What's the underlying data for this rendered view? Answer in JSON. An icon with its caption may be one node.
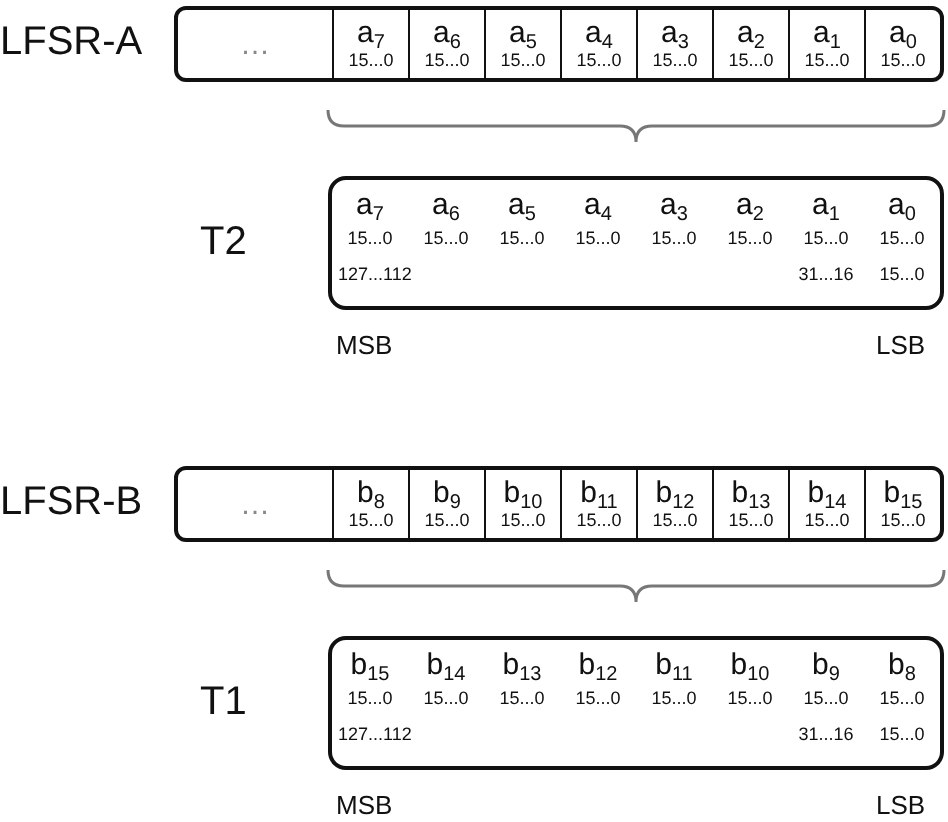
{
  "diagram": {
    "nodes": [
      {
        "text": [
          "LFSR-A"
        ]
      },
      {
        "text": [
          "…"
        ],
        "in": 0
      },
      {
        "text": [
          "a$_{7}$",
          "15...0"
        ],
        "in": 0
      },
      {
        "text": [
          "a$_{6}$",
          "15...0"
        ],
        "in": 0
      },
      {
        "text": [
          "a$_{5}$",
          "15...0"
        ],
        "in": 0
      },
      {
        "text": [
          "a$_{4}$",
          "15...0"
        ],
        "in": 0
      },
      {
        "text": [
          "a$_{3}$",
          "15...0"
        ],
        "in": 0
      },
      {
        "text": [
          "a$_{2}$",
          "15...0"
        ],
        "in": 0
      },
      {
        "text": [
          "a$_{1}$",
          "15...0"
        ],
        "in": 0
      },
      {
        "text": [
          "a$_{0}$",
          "15...0"
        ],
        "in": 0
      },
      {
        "text": [
          "T2",
          "a$_{7}$",
          "15...0",
          "a$_{6}$",
          "15...0",
          "a$_{5}$",
          "15...0",
          "a$_{4}$",
          "15...0",
          "a$_{3}$",
          "15...0",
          "a$_{2}$",
          "15...0",
          "a$_{1}$",
          "15...0",
          "a$_{0}$",
          "15...0",
          "127...112",
          "31...16",
          "15...0"
        ]
      },
      {
        "text": [
          "LFSR-B"
        ]
      },
      {
        "text": [
          "…"
        ],
        "in": 11
      },
      {
        "text": [
          "b$_{8}$",
          "15...0"
        ],
        "in": 11
      },
      {
        "text": [
          "b$_{9}$",
          "15...0"
        ],
        "in": 11
      },
      {
        "text": [
          "b$_{10}$",
          "15...0"
        ],
        "in": 11
      },
      {
        "text": [
          "b$_{11}$",
          "15...0"
        ],
        "in": 11
      },
      {
        "text": [
          "b$_{12}$",
          "15...0"
        ],
        "in": 11
      },
      {
        "text": [
          "b$_{13}$",
          "15...0"
        ],
        "in": 11
      },
      {
        "text": [
          "b$_{14}$",
          "15...0"
        ],
        "in": 11
      },
      {
        "text": [
          "b$_{15}$",
          "15...0"
        ],
        "in": 11
      },
      {
        "text": [
          "T1",
          "b$_{15}$",
          "15...0",
          "b$_{14}$",
          "15...0",
          "b$_{13}$",
          "15...0",
          "b$_{12}$",
          "15...0",
          "b$_{11}$",
          "15...0",
          "b$_{10}$",
          "15...0",
          "b$_{9}$",
          "15...0",
          "b$_{8}$",
          "15...0",
          "127...112",
          "31...16",
          "15...0"
        ]
      }
    ],
    "labels": [
      "MSB",
      "LSB",
      "MSB",
      "LSB"
    ]
  }
}
